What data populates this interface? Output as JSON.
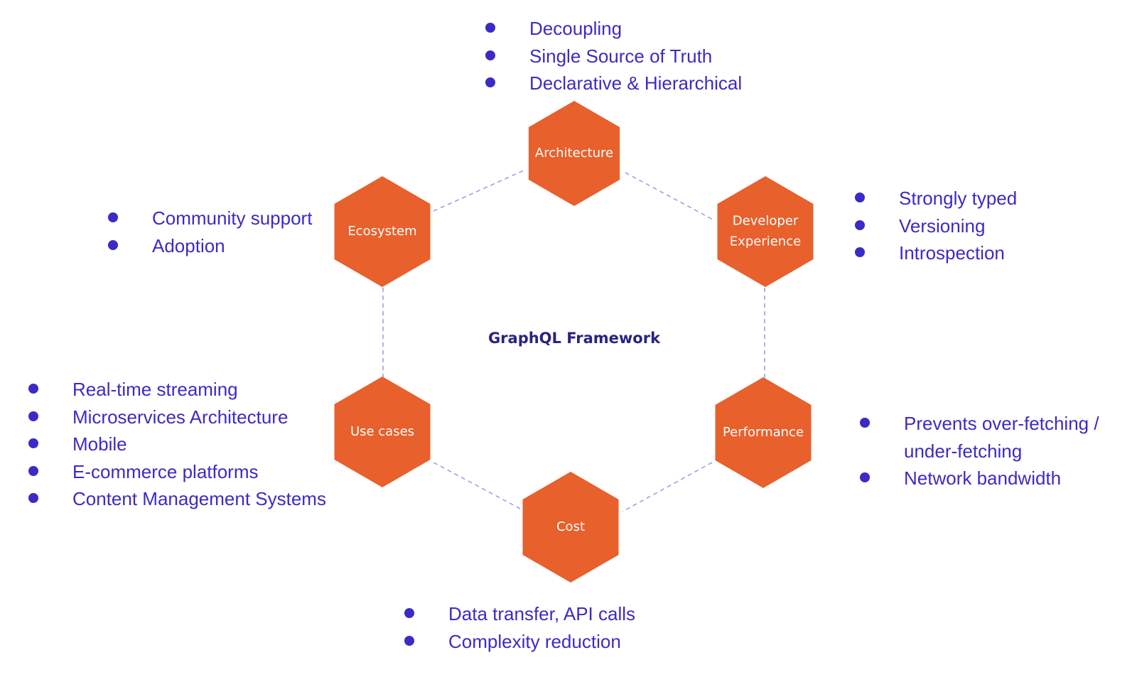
{
  "colors": {
    "hexagon": "#e8602c",
    "bullet_text": "#3b2bc4",
    "center_title": "#2a2380",
    "connector": "#a79be8"
  },
  "center": {
    "title": "GraphQL Framework"
  },
  "nodes": [
    {
      "id": "architecture",
      "label_lines": [
        "Architecture"
      ],
      "items": [
        [
          "Decoupling"
        ],
        [
          "Single Source of Truth"
        ],
        [
          "Declarative & Hierarchical"
        ]
      ]
    },
    {
      "id": "developer",
      "label_lines": [
        "Developer",
        "Experience"
      ],
      "items": [
        [
          "Strongly typed"
        ],
        [
          "Versioning"
        ],
        [
          "Introspection"
        ]
      ]
    },
    {
      "id": "performance",
      "label_lines": [
        "Performance"
      ],
      "items": [
        [
          "Prevents over-fetching /",
          "under-fetching"
        ],
        [
          "Network bandwidth"
        ]
      ]
    },
    {
      "id": "cost",
      "label_lines": [
        "Cost"
      ],
      "items": [
        [
          "Data transfer, API calls"
        ],
        [
          "Complexity reduction"
        ]
      ]
    },
    {
      "id": "usecases",
      "label_lines": [
        "Use cases"
      ],
      "items": [
        [
          "Real-time streaming"
        ],
        [
          "Microservices Architecture"
        ],
        [
          "Mobile"
        ],
        [
          "E-commerce platforms"
        ],
        [
          "Content Management Systems"
        ]
      ]
    },
    {
      "id": "ecosystem",
      "label_lines": [
        "Ecosystem"
      ],
      "items": [
        [
          "Community support"
        ],
        [
          "Adoption"
        ]
      ]
    }
  ]
}
